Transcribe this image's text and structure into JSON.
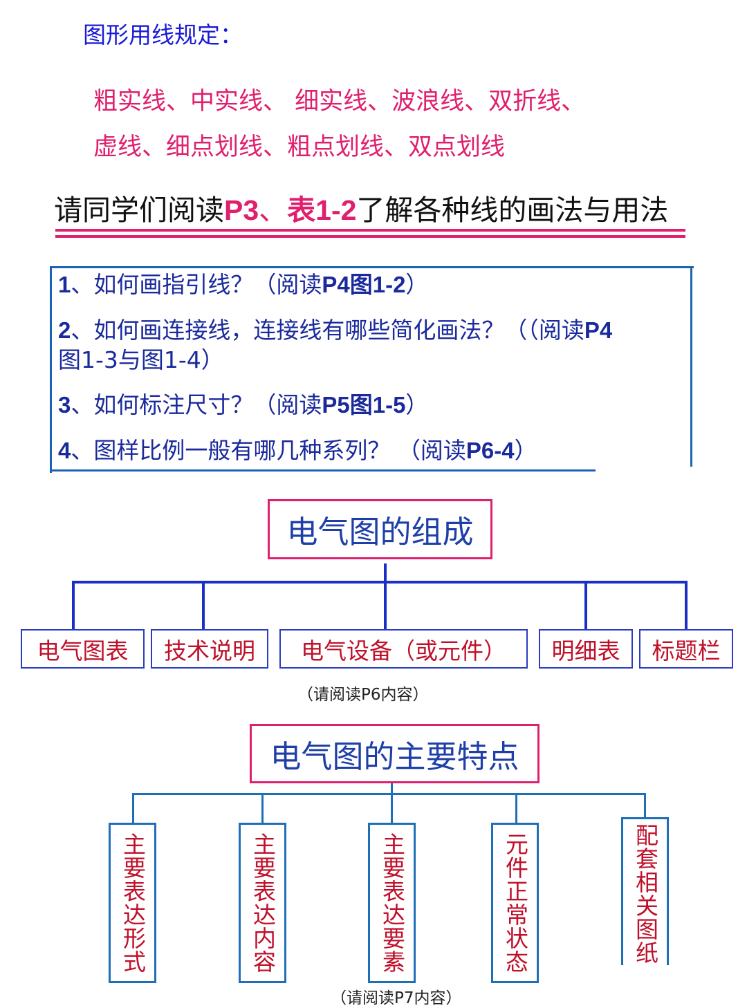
{
  "section_title": "图形用线规定：",
  "line_types": {
    "row1": "粗实线、中实线、 细实线、波浪线、双折线、",
    "row2": "虚线、细点划线、粗点划线、双点划线"
  },
  "reading_prompt": {
    "prefix": "请同学们阅读",
    "page": "P3",
    "sep": "、",
    "table": "表1-2",
    "suffix": "了解各种线的画法与用法"
  },
  "questions": [
    {
      "num": "1",
      "text": "、如何画指引线？（阅读",
      "ref": "P4图1-2",
      "end": "）"
    },
    {
      "num": "2",
      "text": "、如何画连接线，连接线有哪些简化画法？（（阅读",
      "ref": "P4",
      "line2": "图1-3与图1-4）"
    },
    {
      "num": "3",
      "text": "、如何标注尺寸？（阅读",
      "ref": "P5图1-5",
      "end": "）"
    },
    {
      "num": "4",
      "text": "、图样比例一般有哪几种系列？ （阅读",
      "ref": "P6-4",
      "end": "）"
    }
  ],
  "composition": {
    "title": "电气图的组成",
    "items": [
      "电气图表",
      "技术说明",
      "电气设备（或元件）",
      "明细表",
      "标题栏"
    ],
    "caption": "（请阅读P6内容）"
  },
  "features": {
    "title": "电气图的主要特点",
    "items": [
      "主要表达形式",
      "主要表达内容",
      "主要表达要素",
      "元件正常状态",
      "配套相关图纸"
    ],
    "caption": "（请阅读P7内容）"
  },
  "colors": {
    "blue": "#1a1ad8",
    "pink": "#e01f6e",
    "red": "#c0102a",
    "line_blue": "#1a62b8"
  }
}
